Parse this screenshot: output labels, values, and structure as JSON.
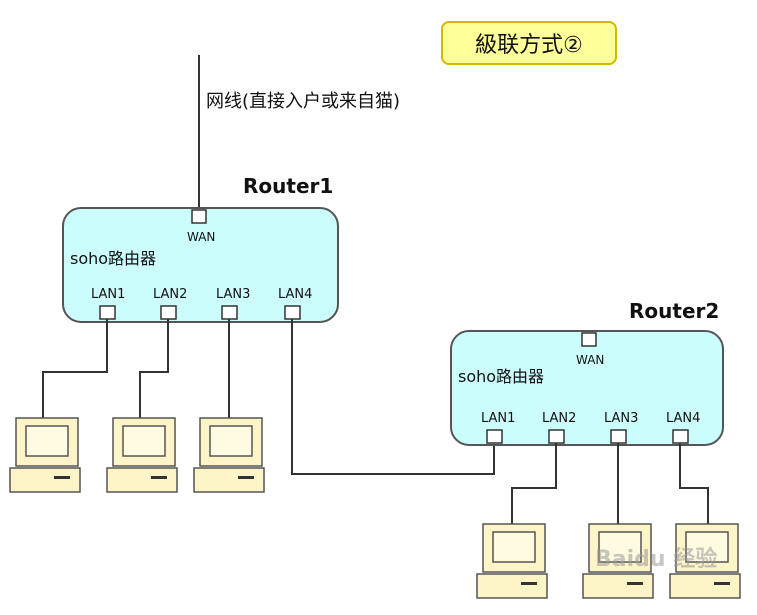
{
  "title": "級联方式②",
  "wan_line_label": "网线(直接入户或来自猫)",
  "routers": [
    {
      "name": "Router1",
      "device_label": "soho路由器",
      "wan_label": "WAN",
      "lan_ports": [
        "LAN1",
        "LAN2",
        "LAN3",
        "LAN4"
      ]
    },
    {
      "name": "Router2",
      "device_label": "soho路由器",
      "wan_label": "WAN",
      "lan_ports": [
        "LAN1",
        "LAN2",
        "LAN3",
        "LAN4"
      ]
    }
  ],
  "watermark": "Baidu 经验",
  "colors": {
    "title_box_fill": "#ffff99",
    "title_box_stroke": "#d4b800",
    "router_fill": "#ccfdfd",
    "router_stroke": "#555555",
    "computer_fill": "#fdf5c8",
    "line": "#333333"
  }
}
